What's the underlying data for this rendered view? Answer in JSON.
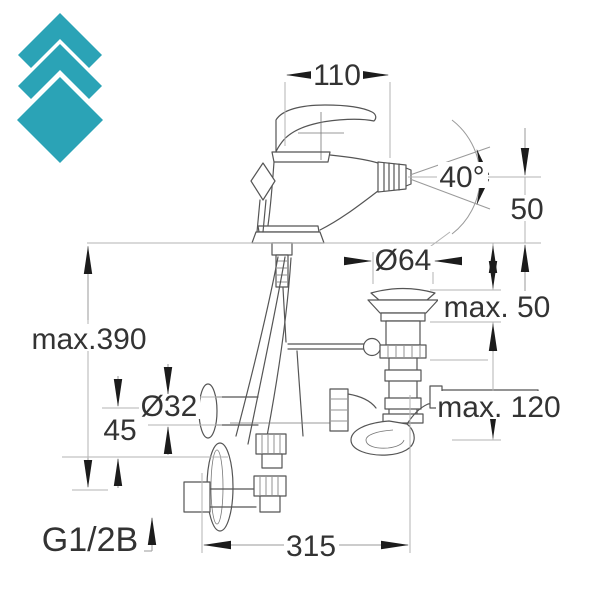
{
  "page": {
    "background": "#ffffff"
  },
  "logo": {
    "color": "#2ba3b6",
    "parts": [
      "chevron-up",
      "chevron-up",
      "diamond"
    ]
  },
  "dimensions": {
    "spout_width": "110",
    "spray_angle": "40°",
    "spout_height": "50",
    "drain_flange_diameter": "Ø64",
    "drain_body_max": "max. 50",
    "max_total_height": "max.390",
    "supply_pipe_diameter": "Ø32",
    "supply_offset": "45",
    "trap_max_depth": "max. 120",
    "thread_size": "G1/2B",
    "wall_to_trap_width": "315"
  }
}
